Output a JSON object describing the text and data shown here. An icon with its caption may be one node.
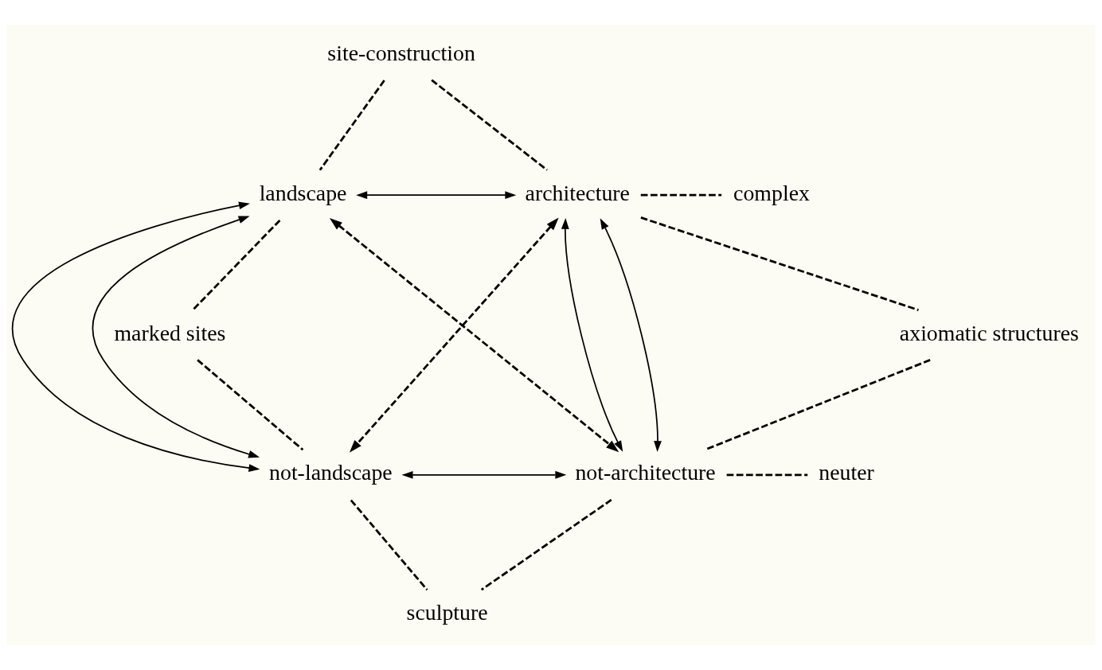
{
  "diagram": {
    "nodes": [
      {
        "text": [
          "site-construction"
        ]
      },
      {
        "text": [
          "landscape"
        ]
      },
      {
        "text": [
          "architecture"
        ]
      },
      {
        "text": [
          "complex"
        ]
      },
      {
        "text": [
          "marked sites"
        ]
      },
      {
        "text": [
          "axiomatic structures"
        ]
      },
      {
        "text": [
          "not-landscape"
        ]
      },
      {
        "text": [
          "not-architecture"
        ]
      },
      {
        "text": [
          "neuter"
        ]
      },
      {
        "text": [
          "sculpture"
        ]
      }
    ],
    "edges": [
      {
        "from": 0,
        "to": 1,
        "arrow": "none",
        "style": "dashed"
      },
      {
        "from": 0,
        "to": 2,
        "arrow": "none",
        "style": "dashed"
      },
      {
        "from": 1,
        "to": 2,
        "arrow": "both"
      },
      {
        "from": 2,
        "to": 3,
        "arrow": "none",
        "style": "dashed"
      },
      {
        "from": 1,
        "to": 6,
        "arrow": "both"
      },
      {
        "from": 1,
        "to": 6,
        "arrow": "both"
      },
      {
        "from": 1,
        "to": 7,
        "arrow": "both",
        "style": "dashed"
      },
      {
        "from": 2,
        "to": 6,
        "arrow": "both",
        "style": "dashed"
      },
      {
        "from": 2,
        "to": 7,
        "arrow": "both"
      },
      {
        "from": 2,
        "to": 7,
        "arrow": "both"
      },
      {
        "from": 4,
        "to": 1,
        "arrow": "none",
        "style": "dashed"
      },
      {
        "from": 4,
        "to": 6,
        "arrow": "none",
        "style": "dashed"
      },
      {
        "from": 5,
        "to": 2,
        "arrow": "none",
        "style": "dashed"
      },
      {
        "from": 5,
        "to": 7,
        "arrow": "none",
        "style": "dashed"
      },
      {
        "from": 6,
        "to": 7,
        "arrow": "both"
      },
      {
        "from": 7,
        "to": 8,
        "arrow": "none",
        "style": "dashed"
      },
      {
        "from": 9,
        "to": 6,
        "arrow": "none",
        "style": "dashed"
      },
      {
        "from": 9,
        "to": 7,
        "arrow": "none",
        "style": "dashed"
      }
    ]
  }
}
